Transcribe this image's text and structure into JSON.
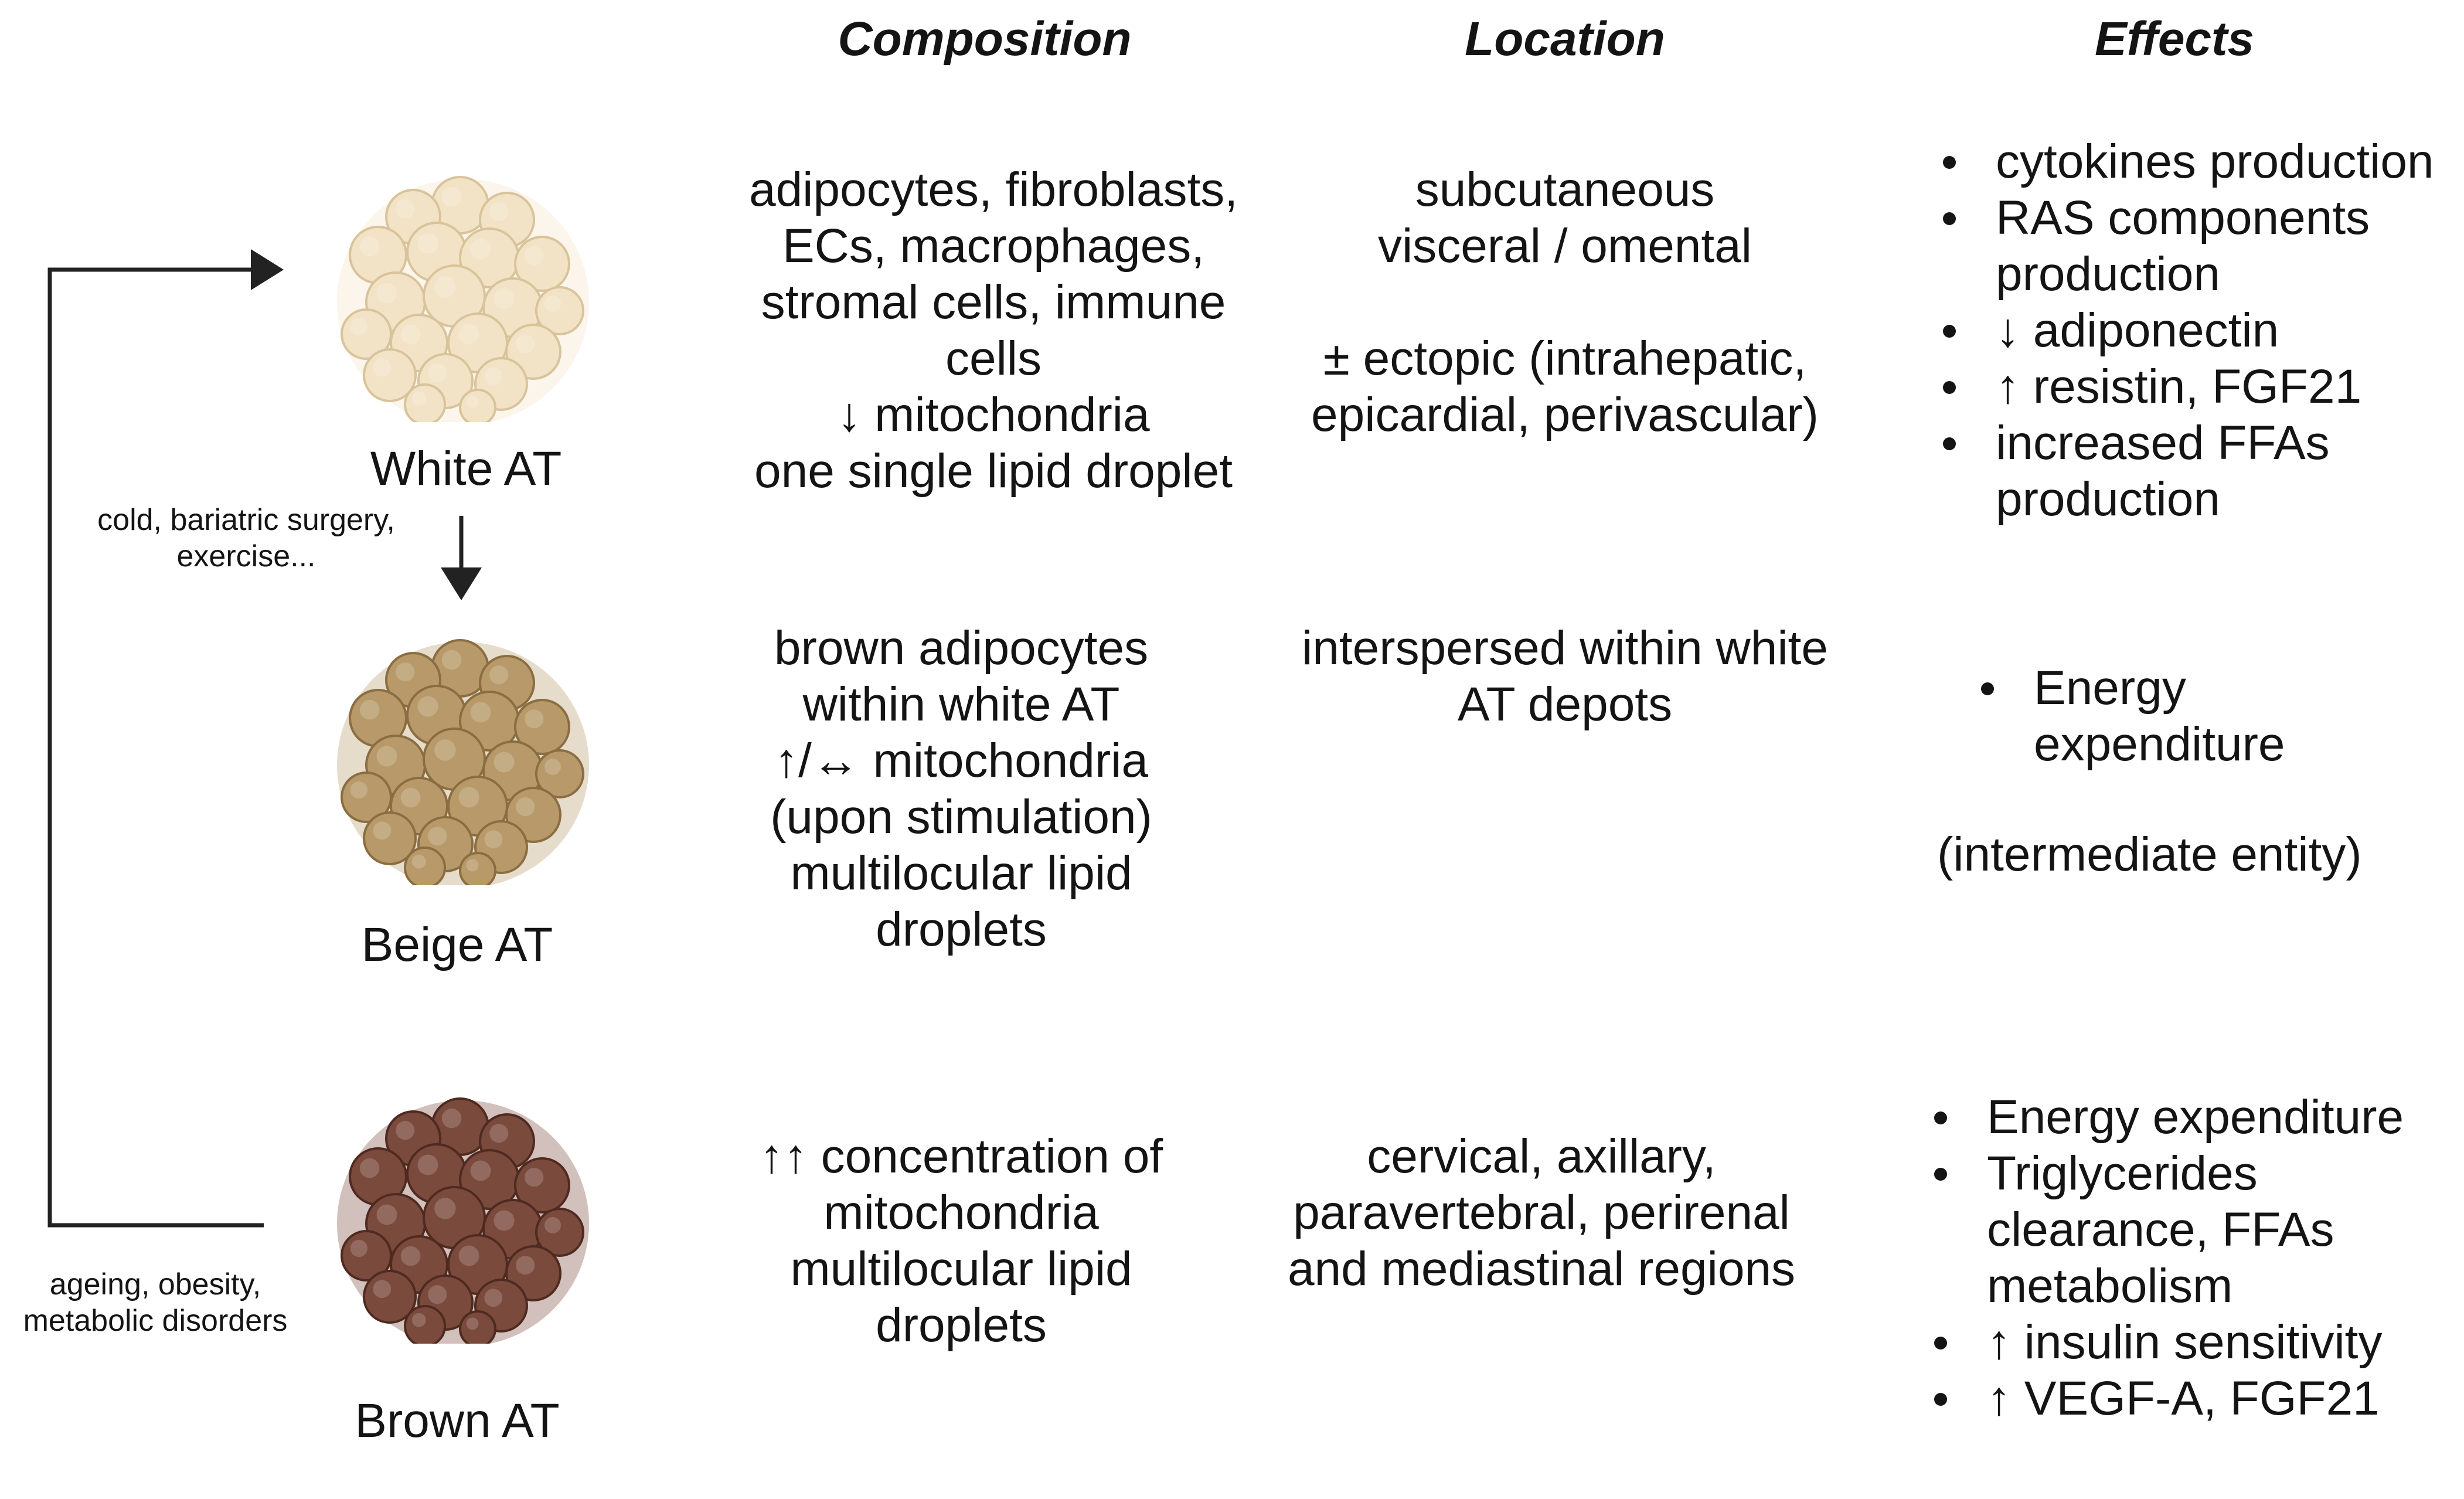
{
  "headers": {
    "composition": "Composition",
    "location": "Location",
    "effects": "Effects"
  },
  "rows": {
    "white": {
      "label": "White AT",
      "composition": "adipocytes, fibroblasts,\nECs, macrophages,\nstromal cells, immune\ncells\n↓ mitochondria\none single lipid droplet",
      "location": "subcutaneous\nvisceral / omental\n\n± ectopic (intrahepatic,\nepicardial, perivascular)",
      "effects": [
        "cytokines production",
        "RAS components production",
        "↓ adiponectin",
        "↑ resistin, FGF21",
        "increased FFAs production"
      ]
    },
    "beige": {
      "label": "Beige AT",
      "composition": "brown adipocytes\nwithin white AT\n↑/↔ mitochondria\n(upon stimulation)\nmultilocular lipid\ndroplets",
      "location": "interspersed within white\nAT depots",
      "effects": [
        "Energy expenditure"
      ],
      "note": "(intermediate entity)"
    },
    "brown": {
      "label": "Brown AT",
      "composition": "↑↑ concentration of\nmitochondria\nmultilocular lipid\ndroplets",
      "location": "cervical, axillary,\nparavertebral, perirenal\nand mediastinal regions",
      "effects": [
        "Energy expenditure",
        "Triglycerides clearance, FFAs metabolism",
        "↑ insulin sensitivity",
        "↑ VEGF-A, FGF21"
      ]
    }
  },
  "transitions": {
    "white_to_beige": "cold, bariatric surgery,\nexercise...",
    "brown_to_white": "ageing, obesity,\nmetabolic disorders"
  },
  "colors": {
    "white_cell_fill": "#f3e3c6",
    "white_cell_stroke": "#d9c39a",
    "beige_cell_fill": "#b89a6a",
    "beige_cell_stroke": "#8a6d40",
    "brown_cell_fill": "#7a4a3c",
    "brown_cell_stroke": "#4f2a20",
    "arrow": "#222222"
  }
}
